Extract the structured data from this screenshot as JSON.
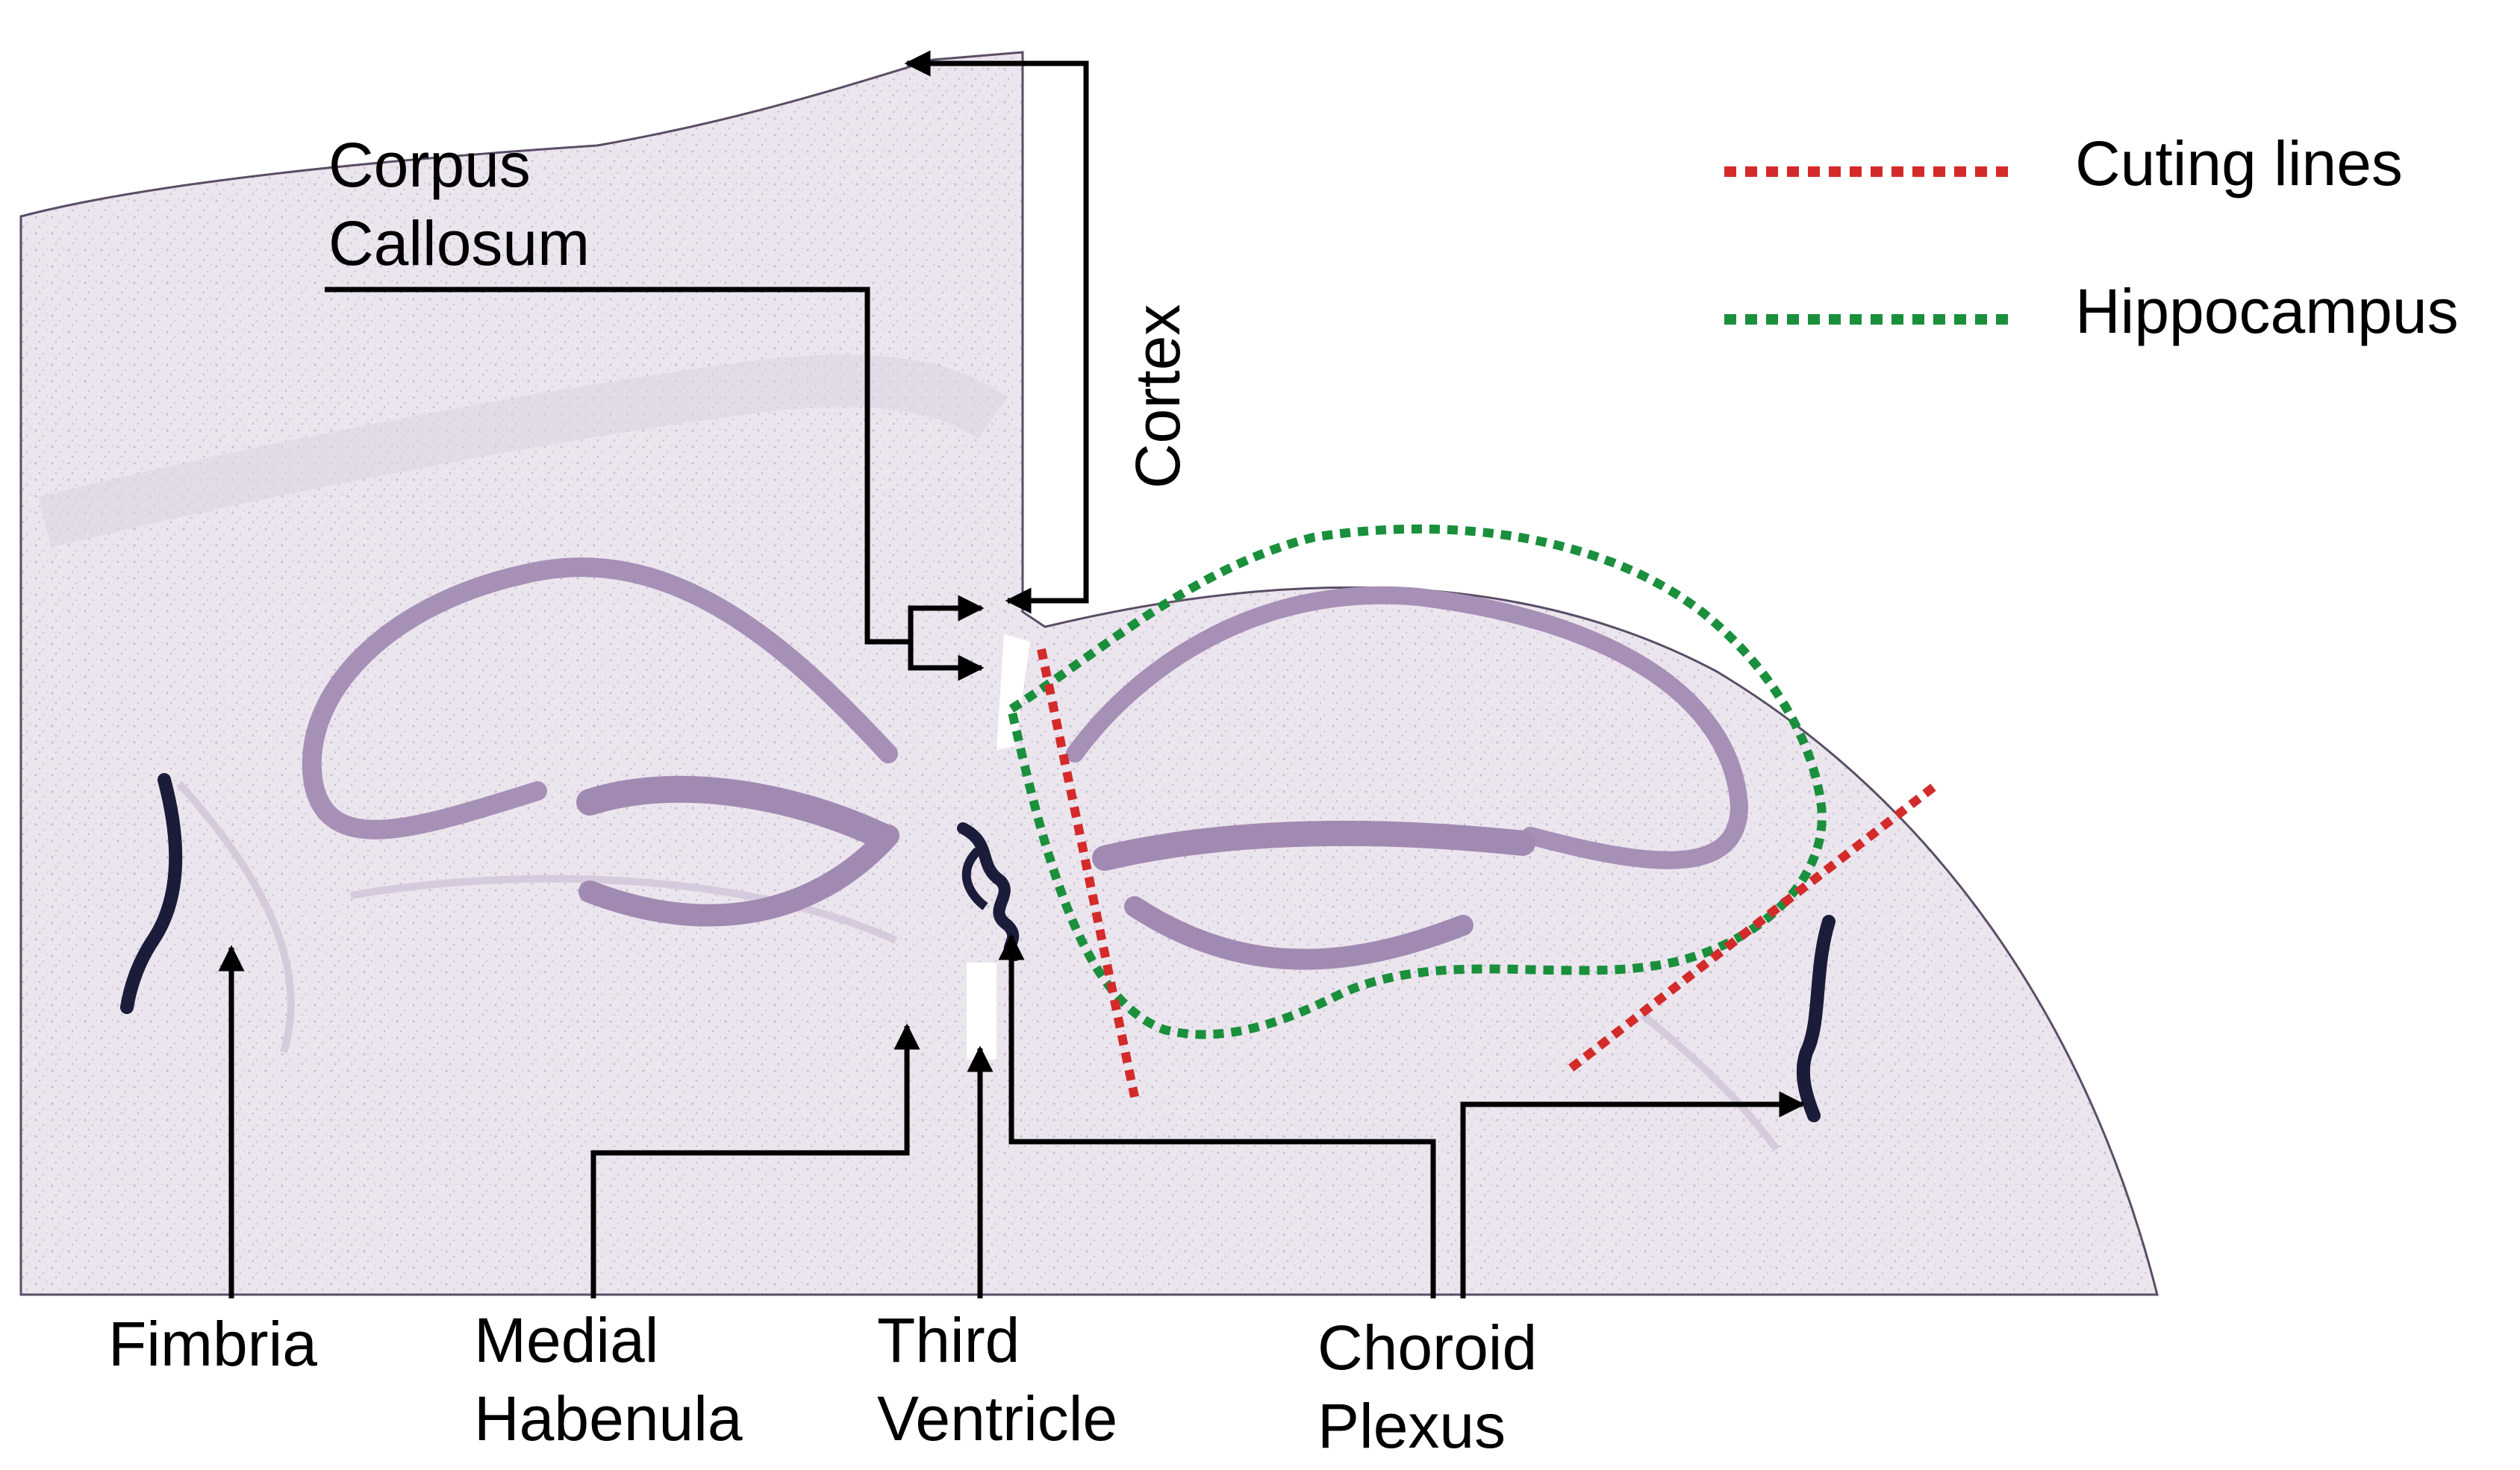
{
  "labels": {
    "corpus_callosum_line1": "Corpus",
    "corpus_callosum_line2": "Callosum",
    "cortex": "Cortex",
    "fimbria": "Fimbria",
    "medial_habenula_line1": "Medial",
    "medial_habenula_line2": "Habenula",
    "third_ventricle_line1": "Third",
    "third_ventricle_line2": "Ventricle",
    "choroid_plexus_line1": "Choroid",
    "choroid_plexus_line2": "Plexus"
  },
  "legend": {
    "cutting_lines": "Cuting lines",
    "hippocampus": "Hippocampus"
  },
  "colors": {
    "cutting_lines": "#d42a2a",
    "hippocampus": "#1a8f3c",
    "tissue": "#ebe5ee",
    "stain": "#a690b6",
    "plexus": "#1b1b3a",
    "arrow": "#000000"
  }
}
